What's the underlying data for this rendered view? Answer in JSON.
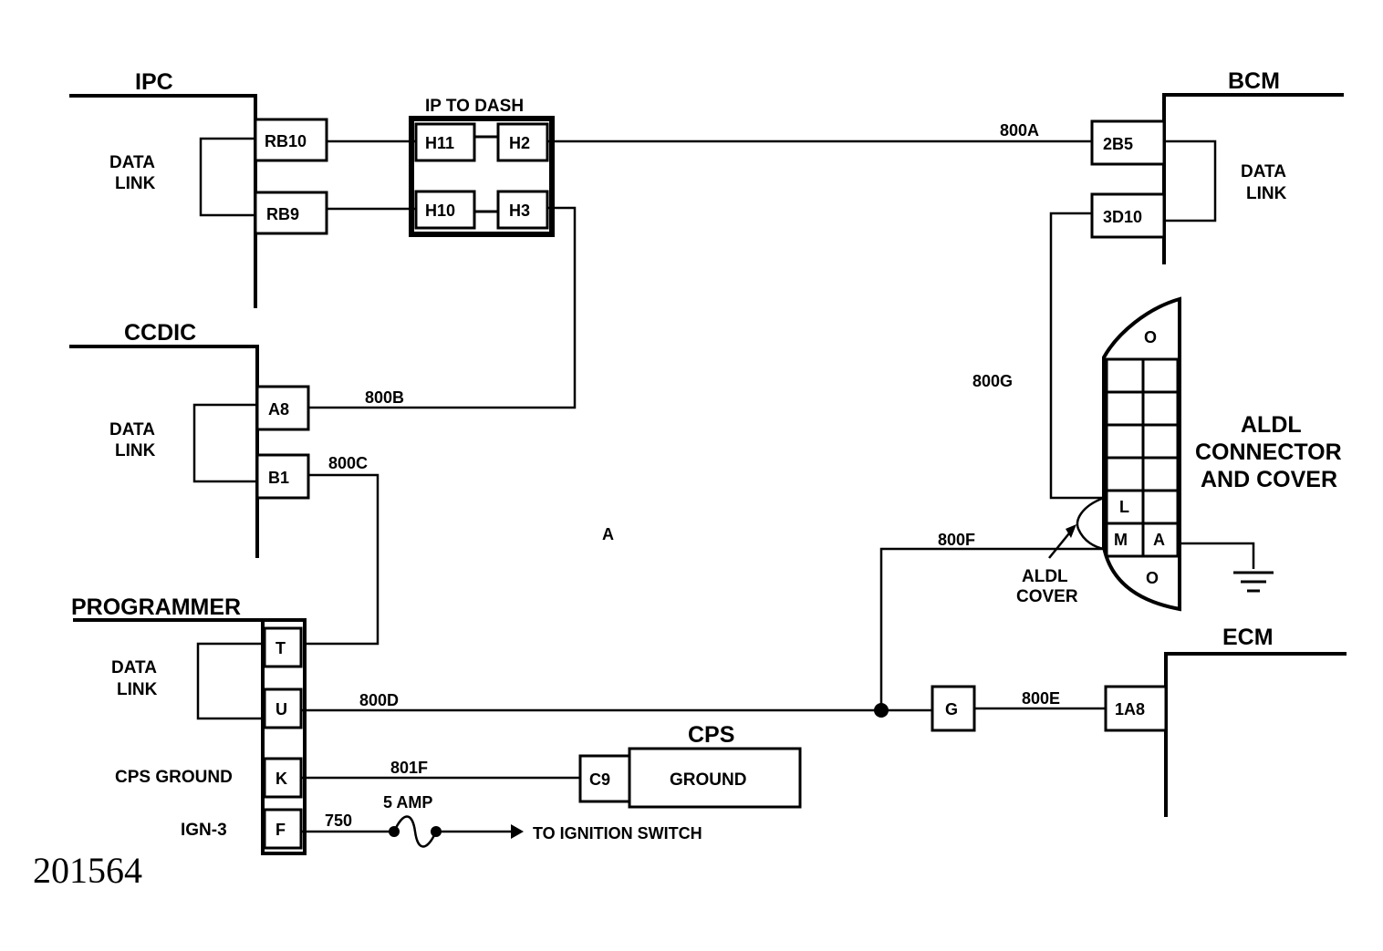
{
  "modules": {
    "ipc": "IPC",
    "ccdic": "CCDIC",
    "programmer": "PROGRAMMER",
    "bcm": "BCM",
    "ecm": "ECM",
    "cps": "CPS"
  },
  "labels": {
    "data_link_top": "DATA",
    "data_link_bottom": "LINK",
    "ip_to_dash": "IP TO DASH",
    "aldl_line1": "ALDL",
    "aldl_line2": "CONNECTOR",
    "aldl_line3": "AND COVER",
    "aldl_cover_line1": "ALDL",
    "aldl_cover_line2": "COVER",
    "cps_ground_label": "CPS GROUND",
    "ign3": "IGN-3",
    "ground": "GROUND",
    "fuse": "5 AMP",
    "to_ignition": "TO IGNITION  SWITCH",
    "center_mark": "A",
    "figure_number": "201564"
  },
  "pins": {
    "ipc_top": "RB10",
    "ipc_bottom": "RB9",
    "dash_h11": "H11",
    "dash_h2": "H2",
    "dash_h10": "H10",
    "dash_h3": "H3",
    "bcm_top": "2B5",
    "bcm_bottom": "3D10",
    "ccdic_top": "A8",
    "ccdic_bottom": "B1",
    "prog_t": "T",
    "prog_u": "U",
    "prog_k": "K",
    "prog_f": "F",
    "splice_g": "G",
    "ecm_pin": "1A8",
    "cps_pin": "C9",
    "aldl_l": "L",
    "aldl_m": "M",
    "aldl_a": "A",
    "aldl_o_top": "O",
    "aldl_o_bottom": "O"
  },
  "wires": {
    "w800a": "800A",
    "w800b": "800B",
    "w800c": "800C",
    "w800d": "800D",
    "w800e": "800E",
    "w800f": "800F",
    "w800g": "800G",
    "w801f": "801F",
    "w750": "750"
  }
}
